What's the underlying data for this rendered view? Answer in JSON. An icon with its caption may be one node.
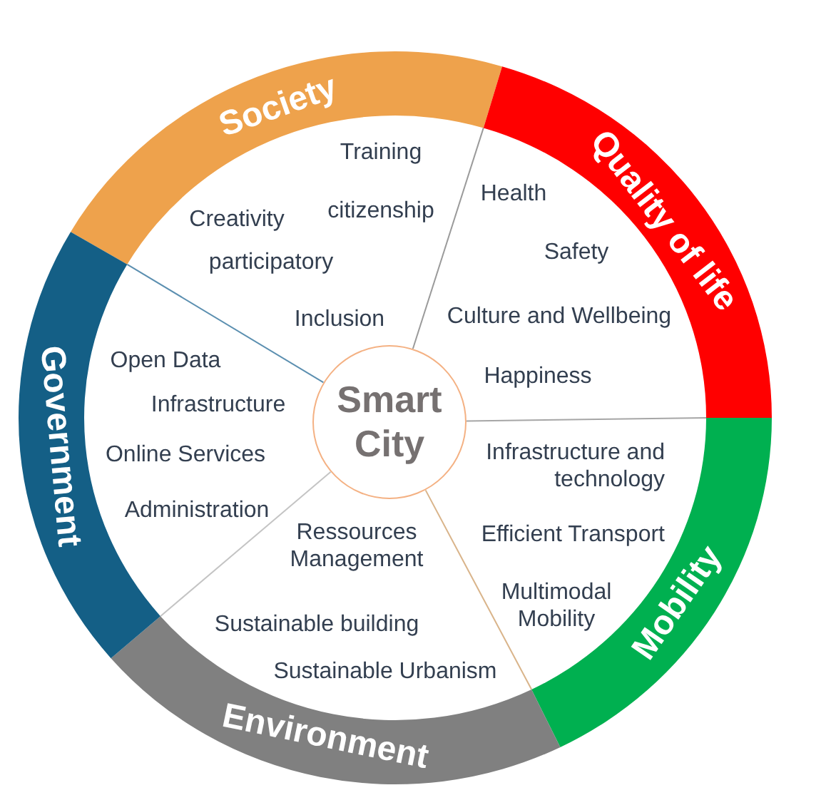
{
  "diagram": {
    "nodes": [
      {
        "text": [
          "Society",
          "Training",
          "Creativity",
          "citizenship",
          "participatory",
          "Inclusion"
        ]
      },
      {
        "text": [
          "Quality of life",
          "Health",
          "Safety",
          "Culture and Wellbeing",
          "Happiness"
        ]
      },
      {
        "text": [
          "Mobility",
          "Infrastructure and technology",
          "Efficient Transport",
          "Multimodal Mobility"
        ]
      },
      {
        "text": [
          "Environment",
          "Ressources Management",
          "Sustainable building",
          "Sustainable Urbanism"
        ]
      },
      {
        "text": [
          "Government",
          "Open Data",
          "Infrastructure",
          "Online Services",
          "Administration"
        ]
      },
      {
        "text": [
          "Smart City"
        ]
      }
    ]
  }
}
